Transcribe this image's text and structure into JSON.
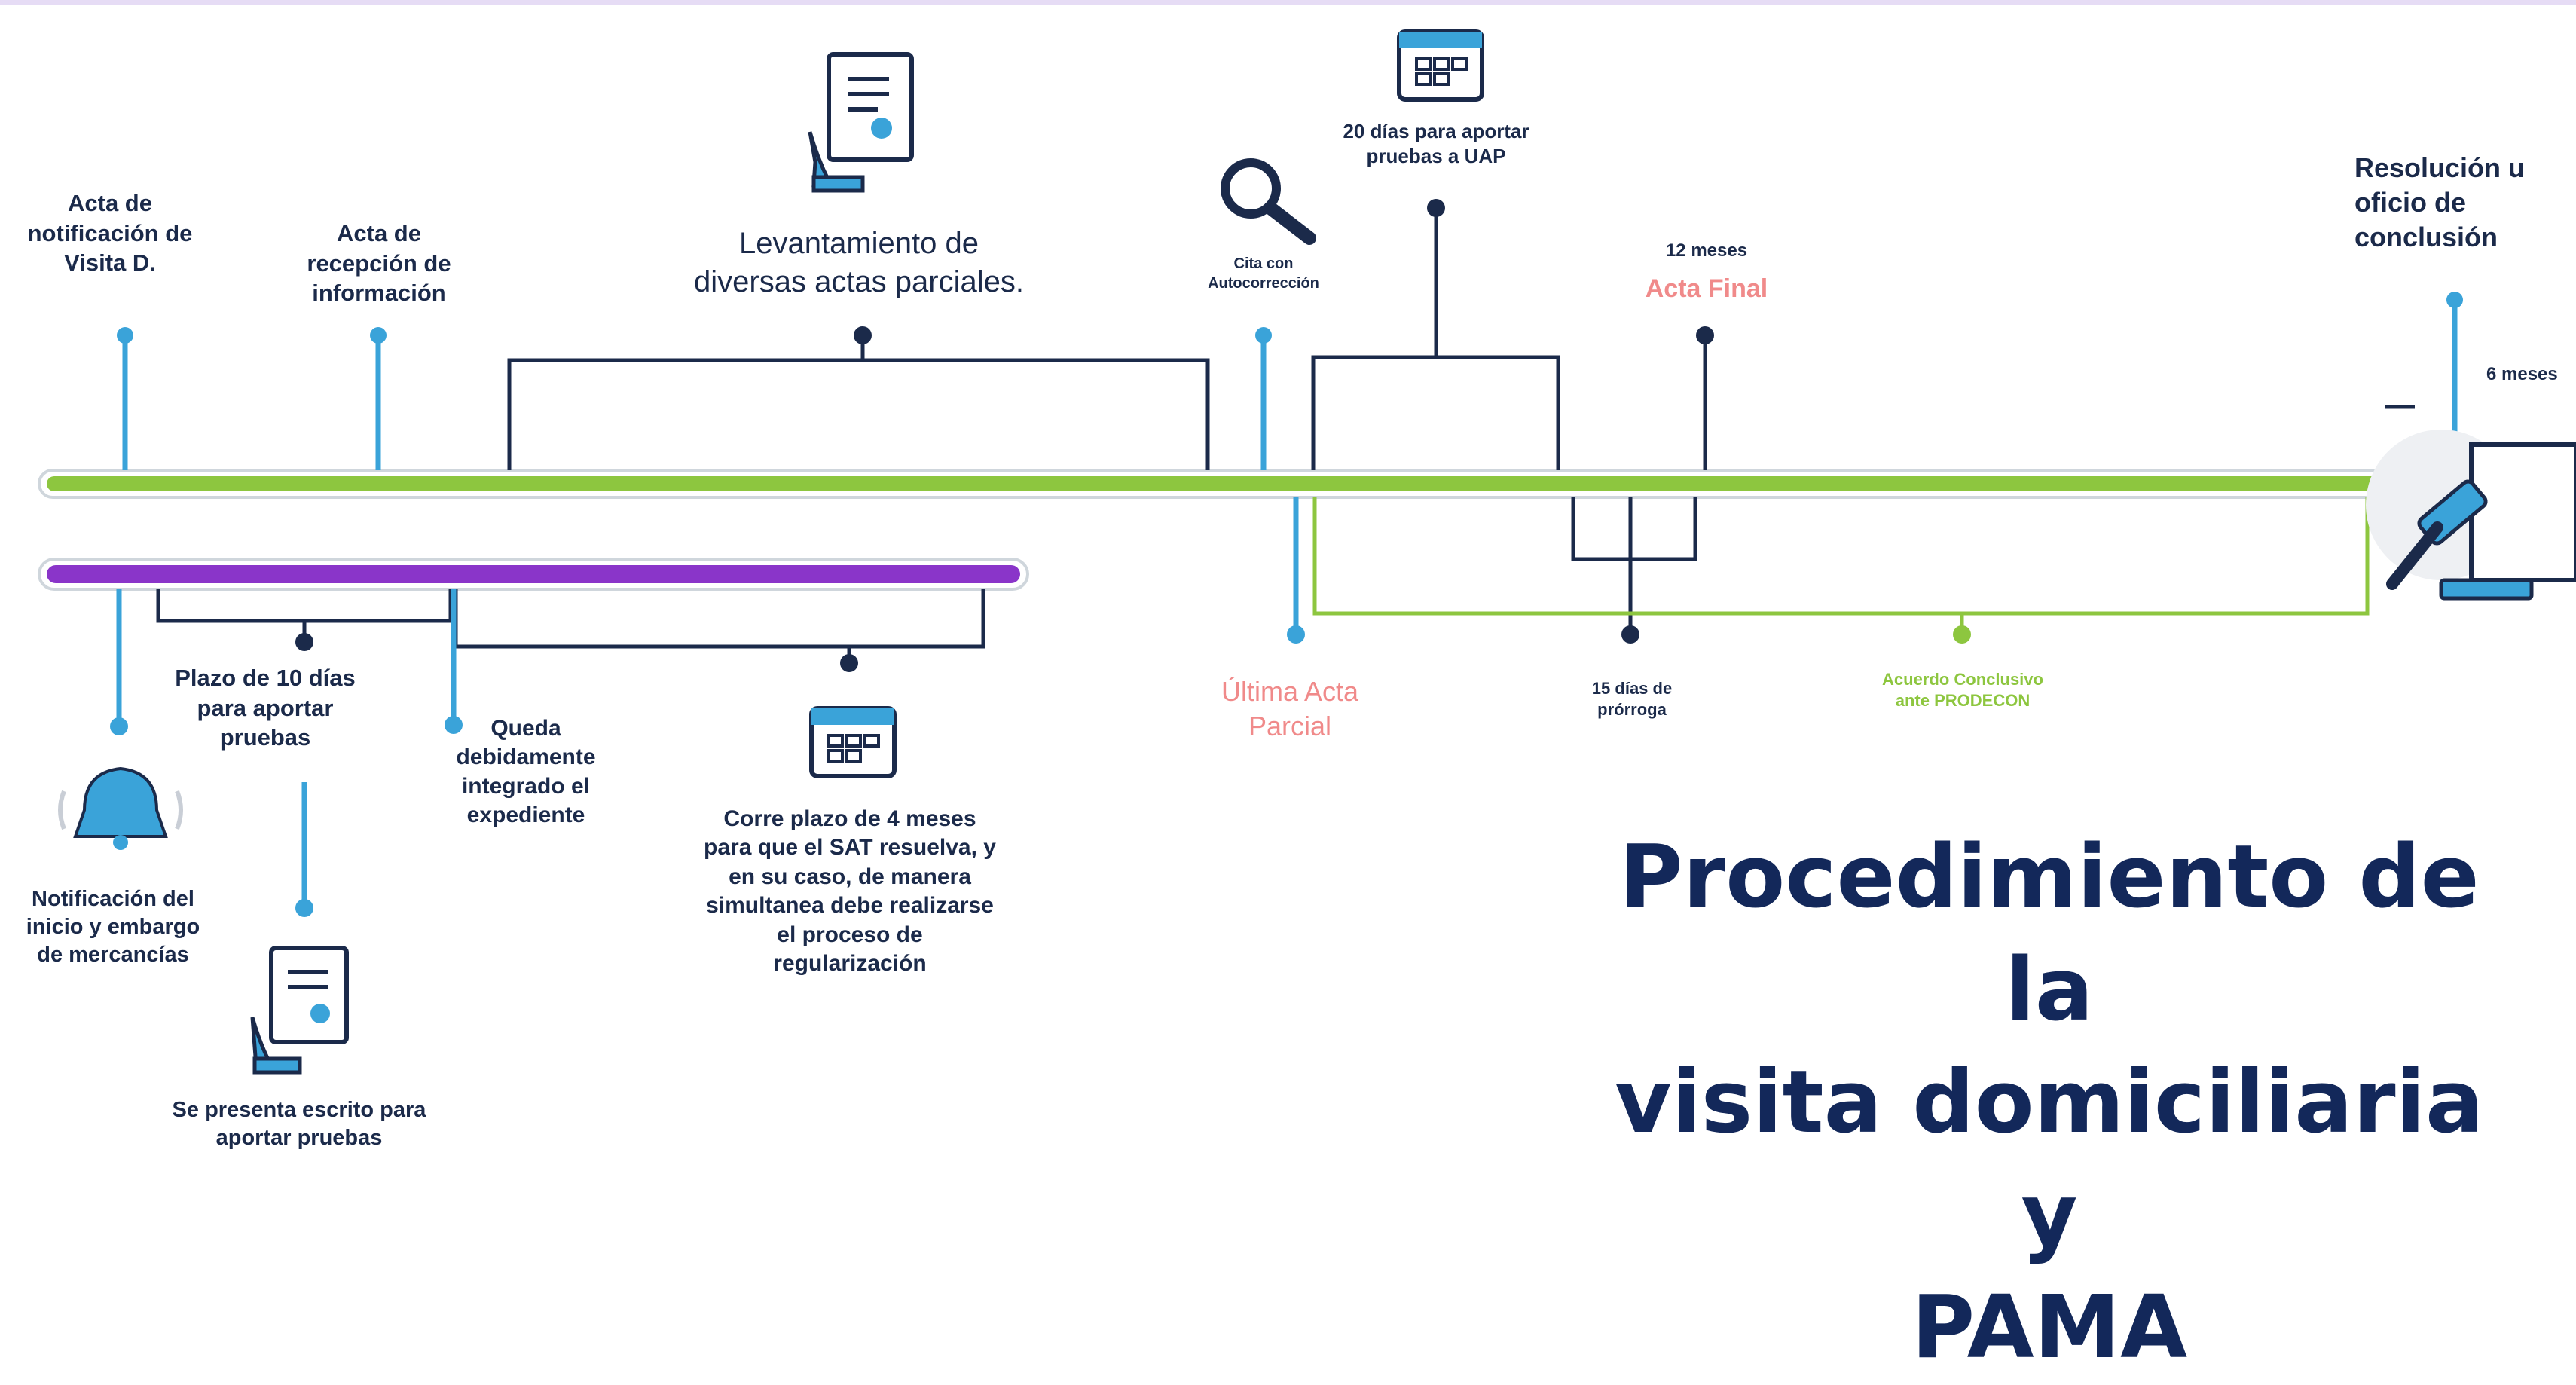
{
  "colors": {
    "green_bar": "#8dc63f",
    "purple_bar": "#8a35c9",
    "navy": "#1b2a4a",
    "light_blue": "#3aa3d9",
    "pink": "#f08a8a",
    "title": "#13285a"
  },
  "icons": [
    "document-hand-icon",
    "calendar-icon",
    "magnifier-icon",
    "bell-icon",
    "gavel-icon"
  ],
  "labels": {
    "acta_notificacion": "Acta de\nnotificación de\nVisita D.",
    "acta_recepcion": "Acta de\nrecepción de\ninformación",
    "levantamiento": "Levantamiento de\ndiversas actas parciales.",
    "cita_autocorreccion": "Cita con\nAutocorrección",
    "veinte_dias": "20 días para aportar\npruebas a UAP",
    "doce_meses": "12 meses",
    "acta_final": "Acta Final",
    "resolucion": "Resolución u\noficio de\nconclusión",
    "seis_meses": "6 meses",
    "plazo_10": "Plazo de 10 días\npara aportar\npruebas",
    "queda_integrado": "Queda\ndebidamente\nintegrado el\nexpediente",
    "corre_plazo": "Corre plazo de 4 meses\npara que el SAT resuelva, y\nen su caso, de manera\nsimultanea debe realizarse\nel proceso de\nregularización",
    "notificacion_inicio": "Notificación  del\ninicio y embargo\nde mercancías",
    "se_presenta": "Se presenta escrito para\naportar pruebas",
    "ultima_acta": "Última Acta\nParcial",
    "quince_dias": "15 días de\nprórroga",
    "acuerdo": "Acuerdo Conclusivo\nante PRODECON"
  },
  "title": {
    "line1": "Procedimiento de la",
    "line2": "visita domiciliaria y",
    "line3": "PAMA"
  }
}
